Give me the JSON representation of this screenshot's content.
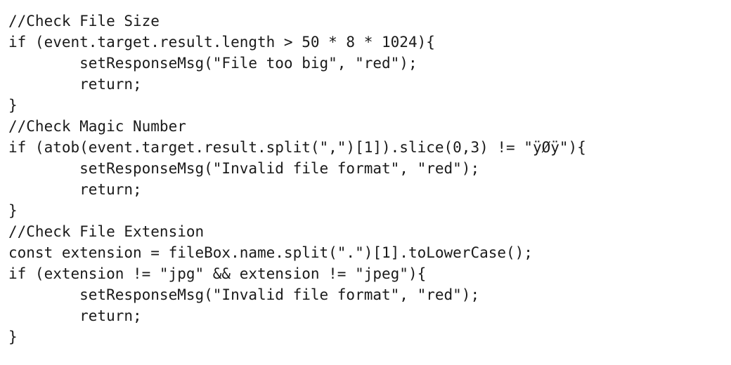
{
  "code": {
    "lines": [
      "//Check File Size",
      "if (event.target.result.length > 50 * 8 * 1024){",
      "        setResponseMsg(\"File too big\", \"red\");",
      "        return;",
      "}",
      "//Check Magic Number",
      "if (atob(event.target.result.split(\",\")[1]).slice(0,3) != \"ÿØÿ\"){",
      "        setResponseMsg(\"Invalid file format\", \"red\");",
      "        return;",
      "}",
      "//Check File Extension",
      "const extension = fileBox.name.split(\".\")[1].toLowerCase();",
      "if (extension != \"jpg\" && extension != \"jpeg\"){",
      "        setResponseMsg(\"Invalid file format\", \"red\");",
      "        return;",
      "}"
    ]
  },
  "colors": {
    "text": "#1a1a1a",
    "background": "#ffffff"
  }
}
